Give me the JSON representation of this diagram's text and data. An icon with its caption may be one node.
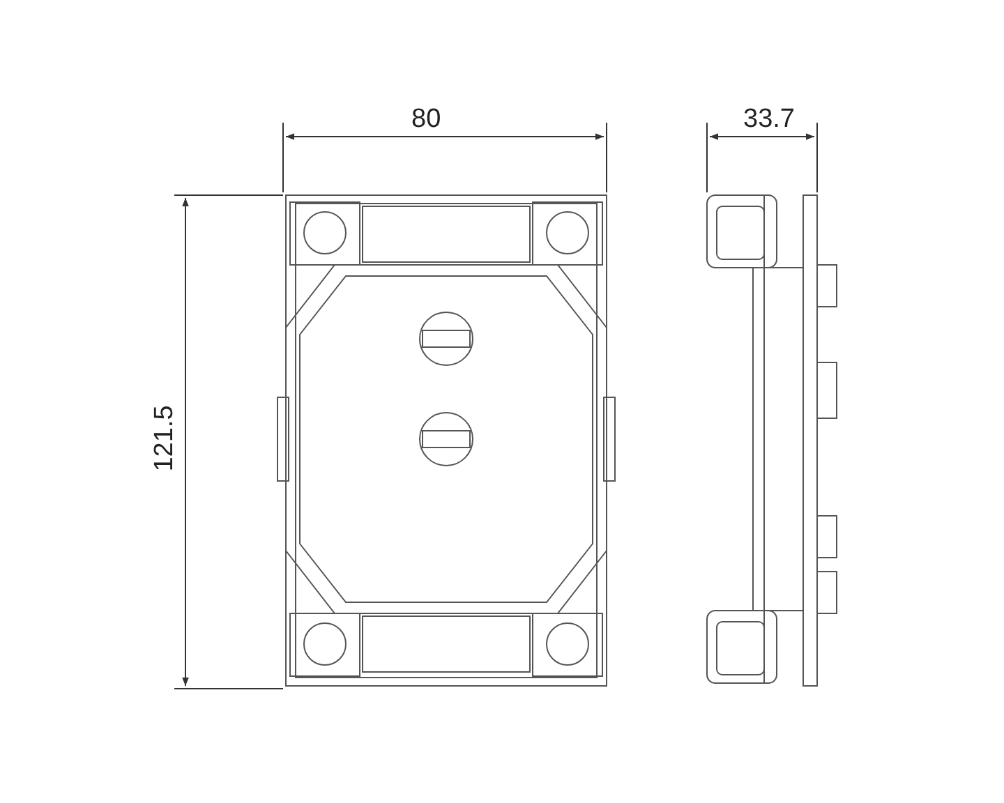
{
  "diagram": {
    "labels": [
      "80",
      "33.7",
      "121.5"
    ]
  }
}
